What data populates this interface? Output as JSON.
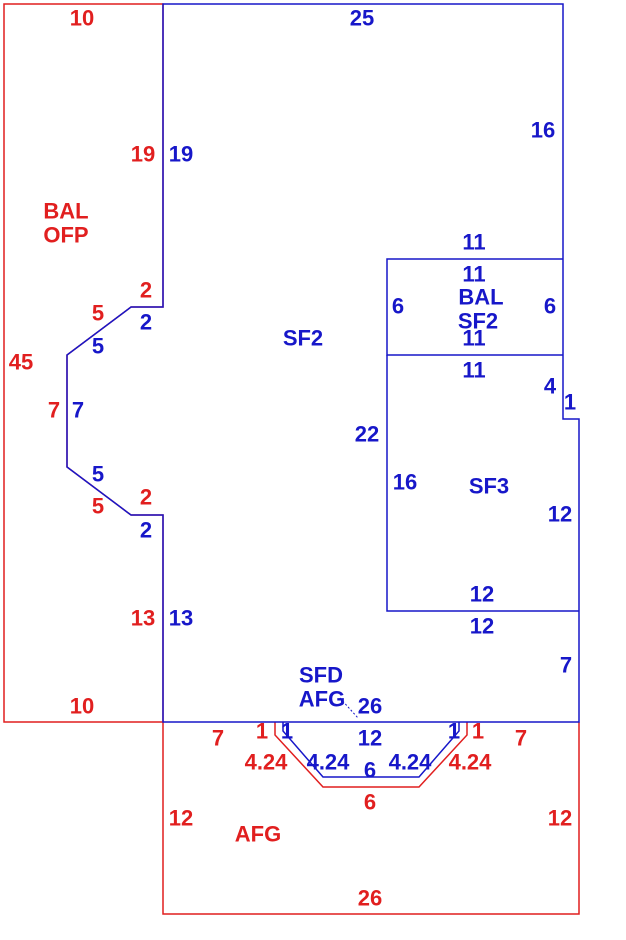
{
  "colors": {
    "red": "#e11f1f",
    "blue": "#1717c9"
  },
  "areas": {
    "bal_ofp": [
      "BAL",
      "OFP"
    ],
    "sf2": "SF2",
    "bal_sf2": [
      "BAL",
      "SF2"
    ],
    "sf3": "SF3",
    "sfd_afg": [
      "SFD",
      "AFG"
    ],
    "afg": "AFG"
  },
  "dimensions": {
    "red": {
      "ofp_top": "10",
      "ofp_inner_upper": "19",
      "ofp_left": "45",
      "ofp_notch_upper": "2",
      "ofp_diag_upper": "5",
      "ofp_notch_side": "7",
      "ofp_diag_lower": "5",
      "ofp_notch_lower": "2",
      "ofp_inner_lower": "13",
      "ofp_bottom": "10",
      "afg_top_left": "7",
      "afg_bay_left": "1",
      "afg_diag_left": "4.24",
      "afg_bay_bottom": "6",
      "afg_diag_right": "4.24",
      "afg_bay_right": "1",
      "afg_top_right": "7",
      "afg_left": "12",
      "afg_right": "12",
      "afg_bottom": "26"
    },
    "blue": {
      "sf2_top": "25",
      "sf2_right_upper": "16",
      "sf2_left_upper": "19",
      "sf2_notch_upper": "2",
      "sf2_diag_upper": "5",
      "sf2_notch_side": "7",
      "sf2_diag_lower": "5",
      "sf2_notch_lower": "2",
      "sf2_left_lower": "13",
      "sf2_right_lower": "7",
      "sf2_bottom": "26",
      "bal_top_outer": "11",
      "bal_top_inner": "11",
      "bal_left": "6",
      "bal_right": "6",
      "bal_bottom_inner": "11",
      "sf3_top": "11",
      "sf3_step_vertical": "4",
      "sf3_step_horizontal": "1",
      "sf3_left_outer": "22",
      "sf3_left_inner": "16",
      "sf3_right": "12",
      "sf3_bottom_inner": "12",
      "sf3_bottom_outer": "12",
      "bay_left": "1",
      "bay_diag_left": "4.24",
      "bay_top": "12",
      "bay_bottom": "6",
      "bay_diag_right": "4.24",
      "bay_right": "1"
    }
  }
}
